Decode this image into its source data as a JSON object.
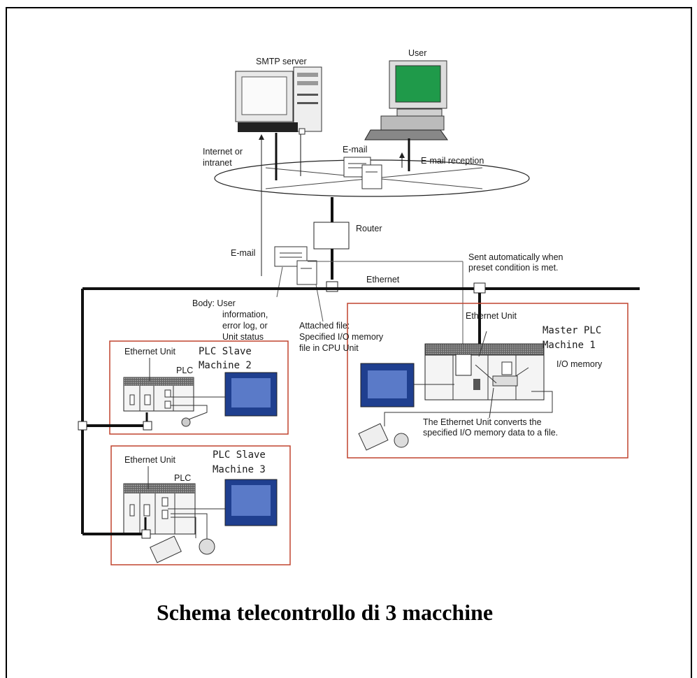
{
  "labels": {
    "smtp_server": "SMTP server",
    "user": "User",
    "internet": [
      "Internet or",
      "intranet"
    ],
    "email_top": "E-mail",
    "email_reception": "E-mail reception",
    "router": "Router",
    "email_mid": "E-mail",
    "sent_auto": [
      "Sent automatically when",
      "preset condition is met."
    ],
    "ethernet": "Ethernet",
    "body": [
      "Body: User",
      "information,",
      "error log, or",
      "Unit status"
    ],
    "attached": [
      "Attached file:",
      "Specified I/O memory",
      "file in CPU Unit"
    ],
    "m1_eth_unit": "Ethernet Unit",
    "m1_title": [
      "Master PLC",
      "Machine 1"
    ],
    "io_memory": "I/O memory",
    "converts": [
      "The Ethernet Unit converts the",
      "specified I/O memory data to a file."
    ],
    "m2_eth_unit": "Ethernet Unit",
    "m2_title": [
      "PLC Slave",
      "Machine 2"
    ],
    "m2_plc": "PLC",
    "m3_eth_unit": "Ethernet Unit",
    "m3_title": [
      "PLC Slave",
      "Machine 3"
    ],
    "m3_plc": "PLC"
  },
  "caption": "Schema telecontrollo di 3 macchine",
  "colors": {
    "box_border": "#c0442e",
    "screen_green": "#1f9a4a",
    "hmi_blue": "#1f3f8f"
  }
}
